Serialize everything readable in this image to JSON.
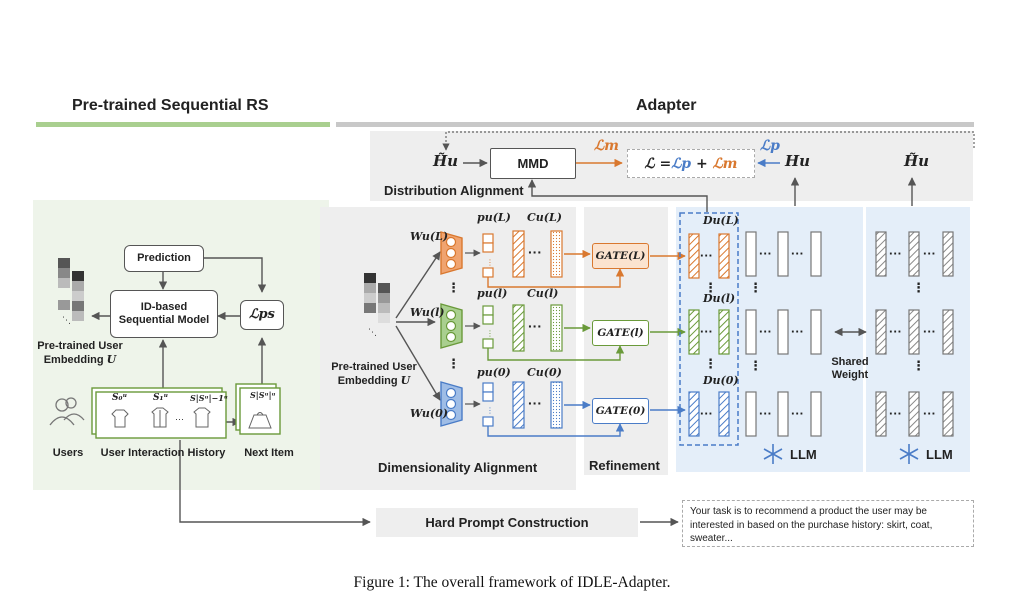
{
  "sections": {
    "left_title": "Pre-trained Sequential RS",
    "right_title": "Adapter"
  },
  "colors": {
    "left_band": "#a9cf8f",
    "right_band": "#c8c8c8",
    "left_panel": "#eef4ea",
    "gray_panel": "#eeeeee",
    "llm_panel": "#e4eef9",
    "orange": "#d9782f",
    "green": "#6a9a3a",
    "blue": "#4a7cc7",
    "loss_m": "#d9782f",
    "loss_p": "#4a7cc7"
  },
  "left": {
    "prediction": "Prediction",
    "model_line1": "ID-based",
    "model_line2": "Sequential Model",
    "loss_ps": "ℒps",
    "embedding_label_line1": "Pre-trained  User",
    "embedding_label_line2": "Embedding",
    "embedding_symbol": "U",
    "users_label": "Users",
    "history_label": "User Interaction History",
    "next_item_label": "Next Item",
    "seq_items": [
      "S₀ᵘ",
      "S₁ᵘ",
      "···",
      "S|Sᵘ|−1ᵘ"
    ],
    "next_item_symbol": "S|Sᵘ|ᵘ"
  },
  "top": {
    "h_tilde_left": "H̃u",
    "mmd": "MMD",
    "loss_m": "ℒm",
    "loss_total_prefix": "ℒ = ",
    "loss_total_p": "ℒp",
    "loss_total_plus": " + ",
    "loss_total_m": "ℒm",
    "loss_p": "ℒp",
    "h_u": "Hu",
    "h_tilde_right": "H̃u",
    "distribution_alignment": "Distribution Alignment"
  },
  "middle": {
    "embedding_label_line1": "Pre-trained User",
    "embedding_label_line2": "Embedding",
    "embedding_symbol": "U",
    "w_labels": [
      "Wu(L)",
      "Wu(l)",
      "Wu(0)"
    ],
    "p_labels": [
      "pu(L)",
      "pu(l)",
      "pu(0)"
    ],
    "c_labels": [
      "Cu(L)",
      "Cu(l)",
      "Cu(0)"
    ],
    "dimensionality_alignment": "Dimensionality Alignment",
    "refinement": "Refinement",
    "gates": [
      "GATE(L)",
      "GATE(l)",
      "GATE(0)"
    ],
    "d_labels": [
      "Du(L)",
      "Du(l)",
      "Du(0)"
    ],
    "shared_weight_line1": "Shared",
    "shared_weight_line2": "Weight",
    "llm": "LLM",
    "llm2": "LLM",
    "dots": "···",
    "vdots": "⋮"
  },
  "bottom": {
    "hard_prompt": "Hard Prompt Construction",
    "prompt_text": "Your task is to recommend a product the user may be interested in based on the purchase history:  skirt, coat, sweater..."
  },
  "caption": "Figure 1: The overall framework of IDLE-Adapter."
}
